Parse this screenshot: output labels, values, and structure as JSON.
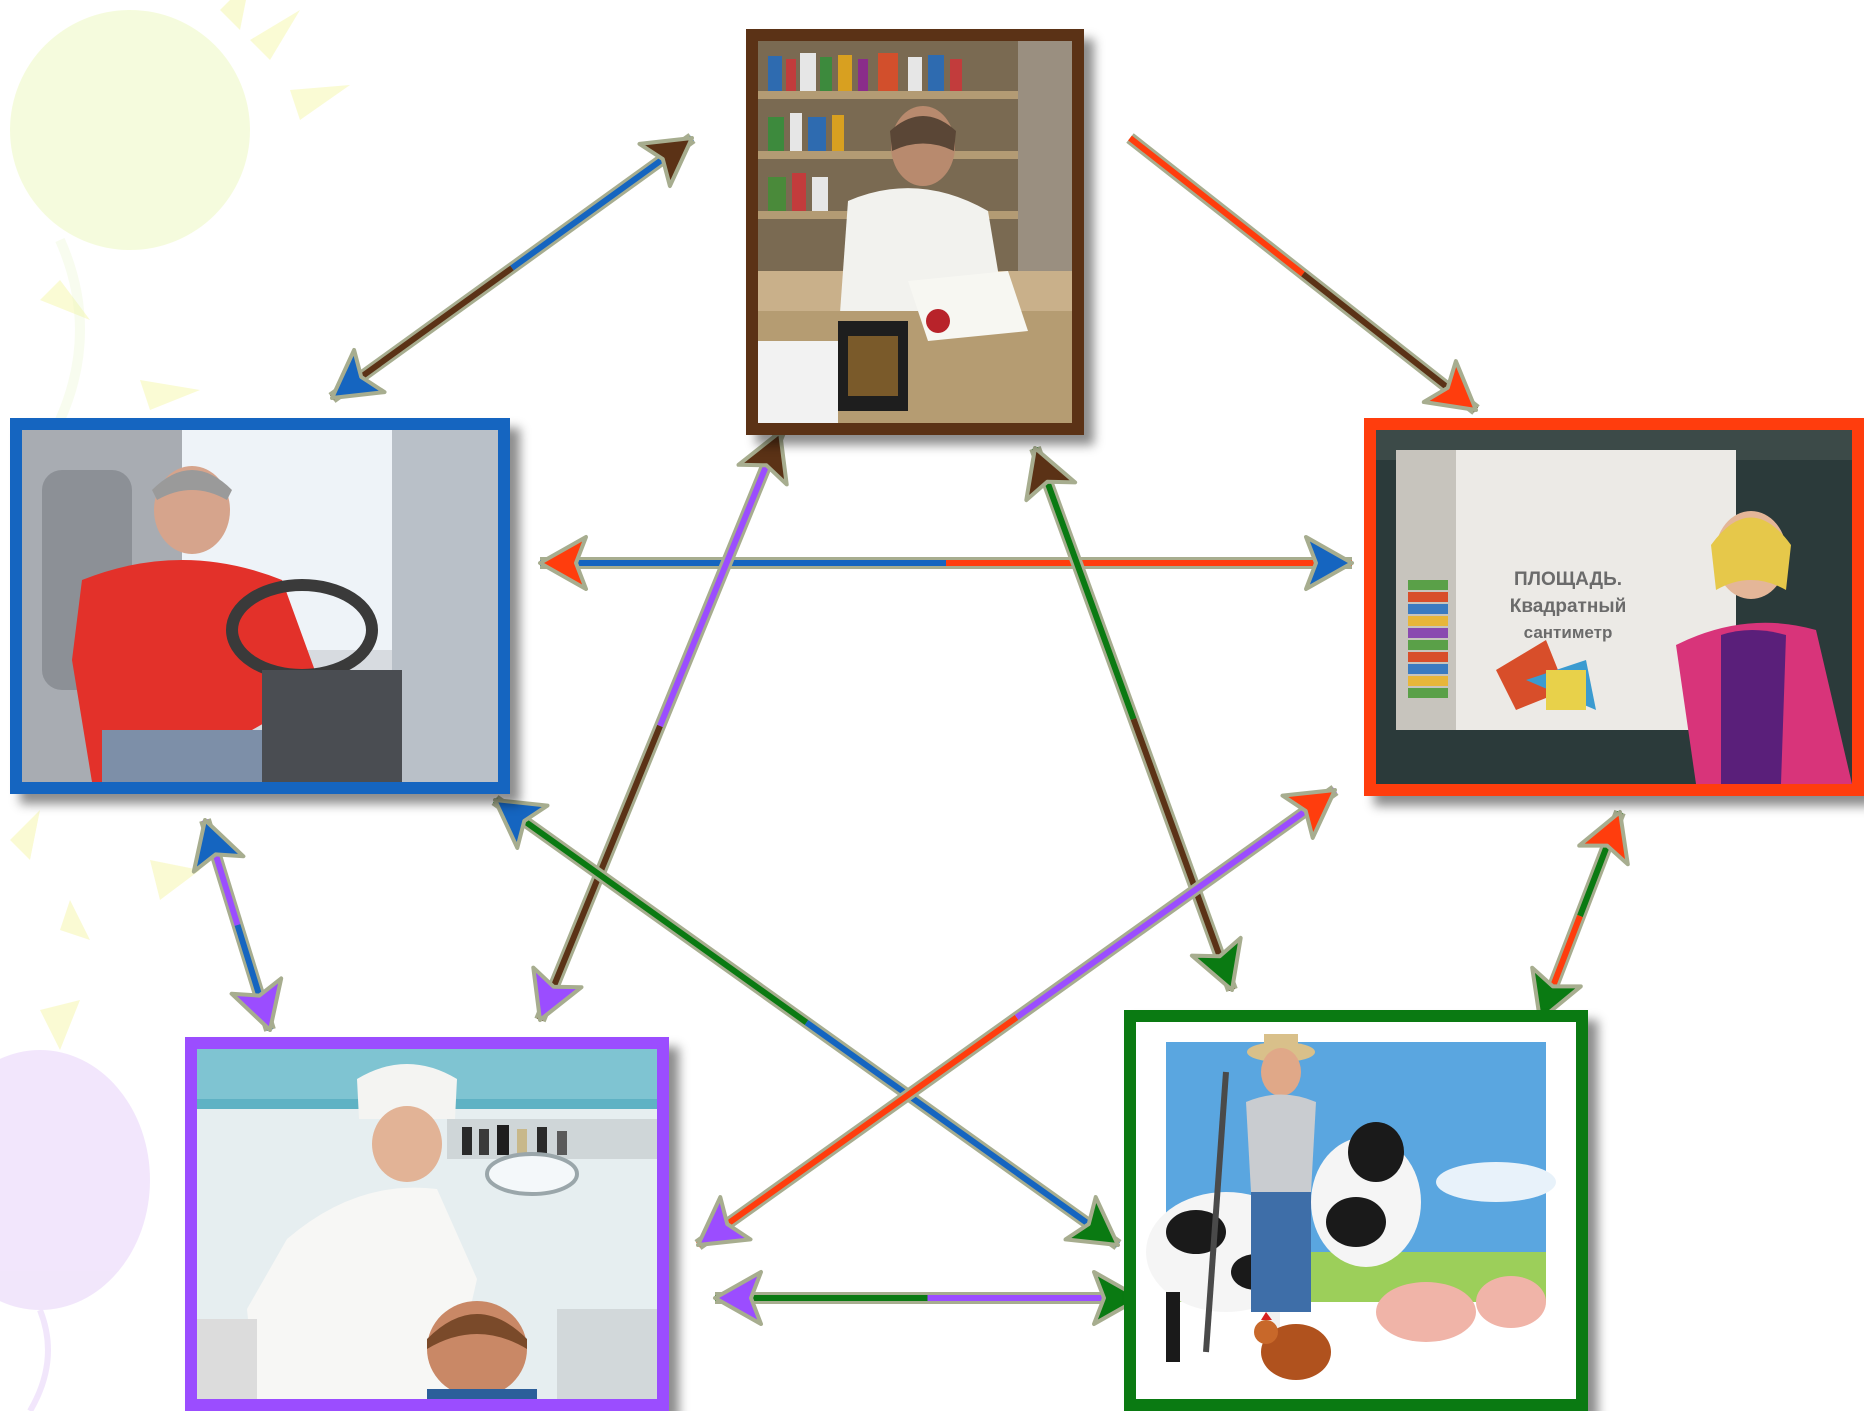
{
  "background": {
    "color": "#ffffff",
    "decor": [
      "sun-icon",
      "balloon-icon",
      "balloon-icon"
    ]
  },
  "colors": {
    "writer": "#5b3216",
    "driver": "#1565c0",
    "teacher": "#ff3d0d",
    "doctor": "#9b4dff",
    "farmer": "#0a7a12",
    "arrow_outline": "#a7ad8f"
  },
  "photos": [
    {
      "id": "writer",
      "depicts": "writer-signing-books",
      "border": "#5b3216"
    },
    {
      "id": "driver",
      "depicts": "bus-driver",
      "border": "#1565c0"
    },
    {
      "id": "teacher",
      "depicts": "teacher-at-screen",
      "border": "#ff3d0d"
    },
    {
      "id": "doctor",
      "depicts": "doctor-examining-patient",
      "border": "#9b4dff"
    },
    {
      "id": "farmer",
      "depicts": "farmer-with-animals",
      "border": "#0a7a12"
    }
  ],
  "teacher_slide": {
    "line1": "ПЛОЩАДЬ.",
    "line2": "Квадратный",
    "line3": "сантиметр"
  },
  "edges": [
    {
      "a": "writer",
      "b": "driver",
      "a_color": "#1565c0",
      "b_color": "#5b3216"
    },
    {
      "a": "writer",
      "b": "teacher",
      "a_color": "#ff3d0d",
      "b_color": "#5b3216",
      "one_way": true
    },
    {
      "a": "driver",
      "b": "teacher",
      "a_color": "#ff3d0d",
      "b_color": "#1565c0"
    },
    {
      "a": "writer",
      "b": "doctor",
      "a_color": "#9b4dff",
      "b_color": "#5b3216"
    },
    {
      "a": "writer",
      "b": "farmer",
      "a_color": "#0a7a12",
      "b_color": "#5b3216"
    },
    {
      "a": "driver",
      "b": "farmer",
      "a_color": "#0a7a12",
      "b_color": "#1565c0"
    },
    {
      "a": "teacher",
      "b": "doctor",
      "a_color": "#9b4dff",
      "b_color": "#ff3d0d"
    },
    {
      "a": "driver",
      "b": "doctor",
      "a_color": "#9b4dff",
      "b_color": "#1565c0"
    },
    {
      "a": "teacher",
      "b": "farmer",
      "a_color": "#0a7a12",
      "b_color": "#ff3d0d"
    },
    {
      "a": "doctor",
      "b": "farmer",
      "a_color": "#0a7a12",
      "b_color": "#9b4dff"
    }
  ]
}
